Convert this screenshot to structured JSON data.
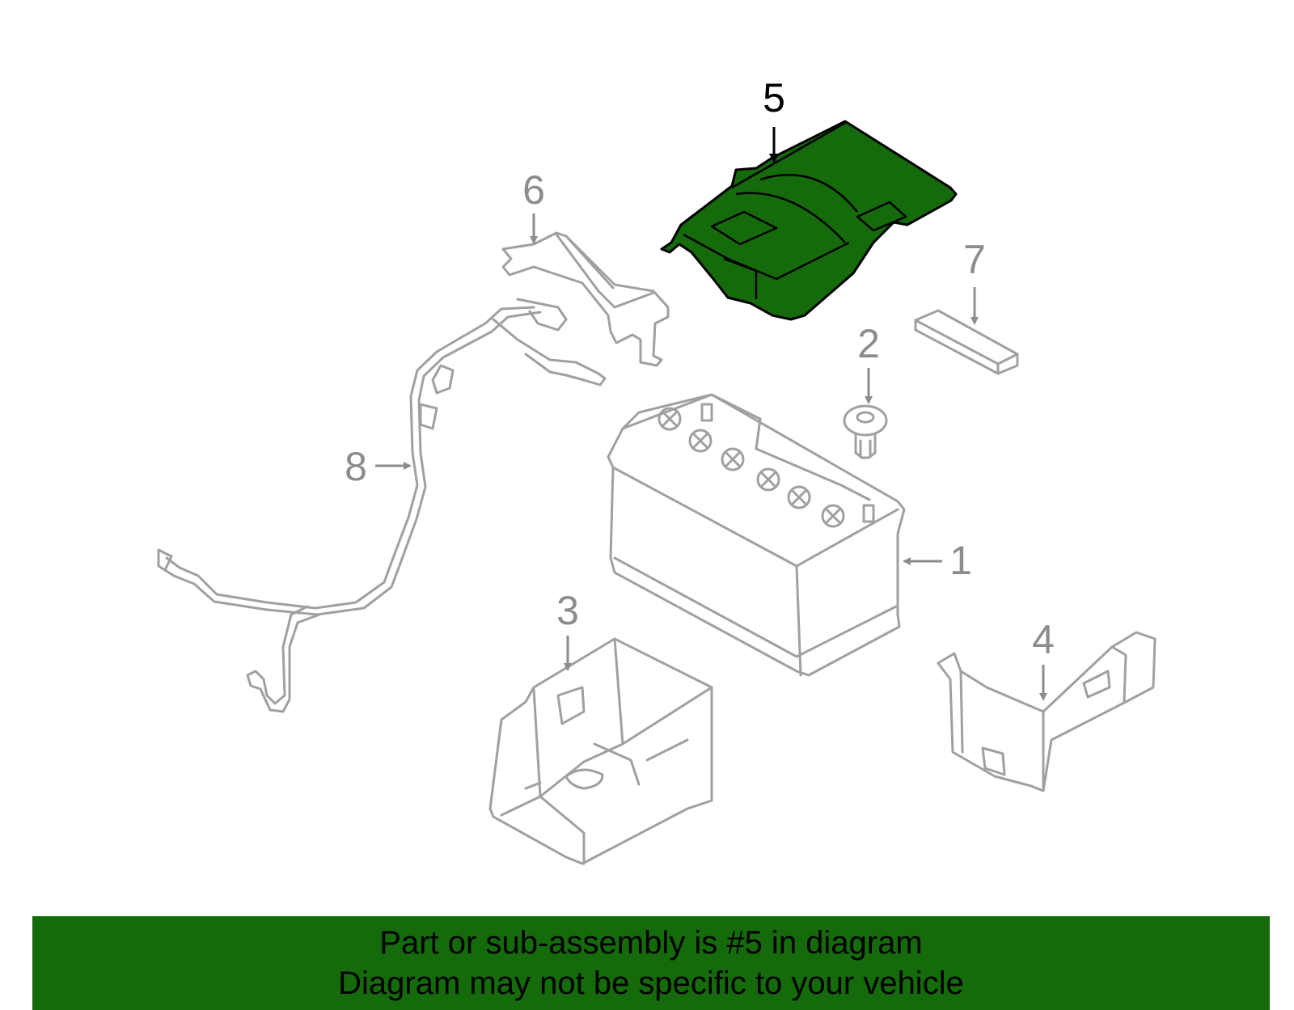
{
  "diagram": {
    "highlighted_part": "5",
    "callouts": [
      "1",
      "2",
      "3",
      "4",
      "5",
      "6",
      "7",
      "8"
    ],
    "colors": {
      "highlight": "#156a0b",
      "outline": "#a0a0a0",
      "label": "#8c8c8c",
      "active_label": "#000000"
    }
  },
  "footer": {
    "line1": "Part or sub-assembly is #5 in diagram",
    "line2": "Diagram may not be specific to your vehicle"
  }
}
